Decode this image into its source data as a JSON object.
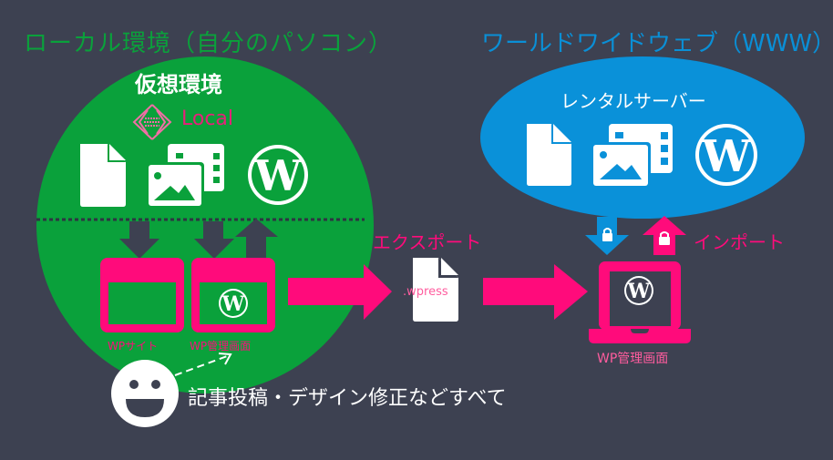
{
  "colors": {
    "background": "#3d4151",
    "local_green": "#0aa13b",
    "www_blue": "#0a91d9",
    "accent_pink": "#ff0b7b",
    "white": "#ffffff"
  },
  "local": {
    "title": "ローカル環境（自分のパソコン）",
    "virtual_label": "仮想環境",
    "app_name": "Local",
    "icons": [
      "file-icon",
      "media-icon",
      "wordpress-icon"
    ],
    "wp_site_label": "WPサイト",
    "wp_admin_label": "WP管理画面"
  },
  "www": {
    "title": "ワールドワイドウェブ（WWW）",
    "server_label": "レンタルサーバー",
    "icons": [
      "file-icon",
      "media-icon",
      "wordpress-icon"
    ],
    "wp_admin_label": "WP管理画面"
  },
  "flow": {
    "export_label": "エクスポート",
    "file_extension": ".wpress",
    "import_label": "インポート"
  },
  "user": {
    "caption": "記事投稿・デザイン修正などすべて"
  }
}
